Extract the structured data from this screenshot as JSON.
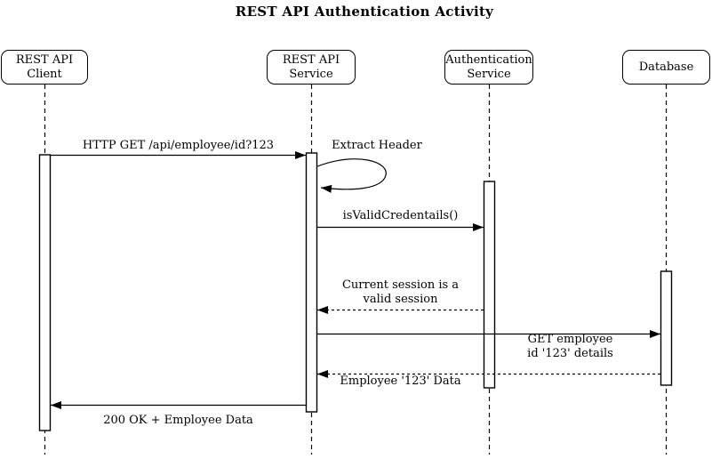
{
  "title": "REST API Authentication Activity",
  "participants": [
    {
      "id": "rest-api-client",
      "label": "REST API\nClient"
    },
    {
      "id": "rest-api-service",
      "label": "REST API\nService"
    },
    {
      "id": "authentication-service",
      "label": "Authentication\nService"
    },
    {
      "id": "database",
      "label": "Database"
    }
  ],
  "messages": [
    {
      "from": "REST API Client",
      "to": "REST API Service",
      "style": "solid-arrow",
      "label": "HTTP GET /api/employee/id?123"
    },
    {
      "from": "REST API Service",
      "to": "REST API Service",
      "style": "self-loop-arrow",
      "label": "Extract Header"
    },
    {
      "from": "REST API Service",
      "to": "Authentication Service",
      "style": "solid-arrow",
      "label": "isValidCredentails()"
    },
    {
      "from": "Authentication Service",
      "to": "REST API Service",
      "style": "dashed-return-arrow",
      "label": "Current session is a\nvalid session"
    },
    {
      "from": "REST API Service",
      "to": "Database",
      "style": "solid-arrow",
      "label": "GET employee\nid '123' details"
    },
    {
      "from": "Database",
      "to": "REST API Service",
      "style": "dashed-return-arrow",
      "label": "Employee '123' Data"
    },
    {
      "from": "REST API Service",
      "to": "REST API Client",
      "style": "solid-arrow",
      "label": "200 OK + Employee Data"
    }
  ],
  "colors": {
    "line": "#000000",
    "background": "#ffffff",
    "participant_fill": "#ffffff"
  }
}
